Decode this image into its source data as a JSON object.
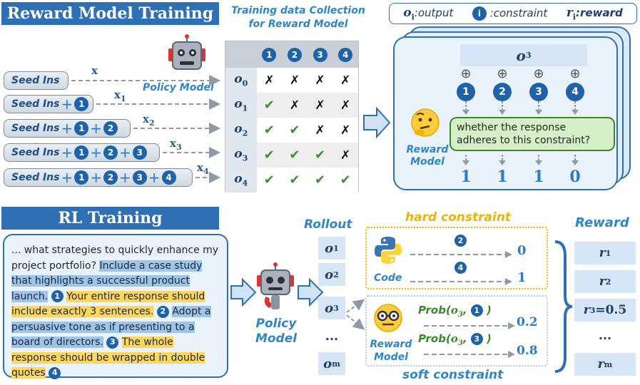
{
  "top": {
    "title": "Reward Model Training",
    "collection_title_1": "Training data Collection",
    "collection_title_2": "for Reward Model",
    "legend": {
      "o_label": "o",
      "o_sub": "i",
      "o_desc": ":output",
      "num_label": "i",
      "num_desc": ":constraint",
      "r_label": "r",
      "r_sub": "i",
      "r_desc": ":reward"
    },
    "policy_model_label": "Policy Model",
    "seed_label": "Seed Ins",
    "x_label": "x",
    "x_subs": [
      "",
      "1",
      "2",
      "3",
      "4"
    ],
    "table": {
      "headers": [
        "1",
        "2",
        "3",
        "4"
      ],
      "rows": [
        {
          "o": "o",
          "sub": "0",
          "marks": [
            "x",
            "x",
            "x",
            "x"
          ]
        },
        {
          "o": "o",
          "sub": "1",
          "marks": [
            "c",
            "x",
            "x",
            "x"
          ]
        },
        {
          "o": "o",
          "sub": "2",
          "marks": [
            "c",
            "c",
            "x",
            "x"
          ]
        },
        {
          "o": "o",
          "sub": "3",
          "marks": [
            "c",
            "c",
            "c",
            "x"
          ]
        },
        {
          "o": "o",
          "sub": "4",
          "marks": [
            "c",
            "c",
            "c",
            "c"
          ]
        }
      ],
      "cross_glyph": "✗",
      "check_glyph": "✔"
    },
    "card": {
      "output": "o",
      "output_sub": "3",
      "oplus": "⊕",
      "constraints": [
        "1",
        "2",
        "3",
        "4"
      ],
      "bubble": "whether the response adheres to this constraint?",
      "reward_model_1": "Reward",
      "reward_model_2": "Model",
      "rewards": [
        "1",
        "1",
        "1",
        "0"
      ]
    }
  },
  "bottom": {
    "title": "RL Training",
    "prompt_segments": [
      {
        "text": "... what strategies to quickly enhance my project portfolio?",
        "hl": "none"
      },
      {
        "text": "Include a case study that highlights a successful product launch.",
        "hl": "blue",
        "num": "1"
      },
      {
        "text": "Your entire response should include exactly 3 sentences.",
        "hl": "yellow",
        "num": "2"
      },
      {
        "text": "Adopt a persuasive tone as if presenting to a board of directors.",
        "hl": "blue",
        "num": "3"
      },
      {
        "text": "The whole response should be wrapped in double quotes",
        "hl": "yellow",
        "num": "4"
      }
    ],
    "policy_model_1": "Policy",
    "policy_model_2": "Model",
    "rollout_label": "Rollout",
    "rollouts": [
      {
        "o": "o",
        "sub": "1"
      },
      {
        "o": "o",
        "sub": "2"
      },
      {
        "o": "o",
        "sub": "3"
      },
      {
        "o": "...",
        "sub": ""
      },
      {
        "o": "o",
        "sub": "m"
      }
    ],
    "hard_label": "hard constraint",
    "soft_label": "soft constraint",
    "code_label": "Code",
    "hard_rows": [
      {
        "num": "2",
        "value": "0"
      },
      {
        "num": "4",
        "value": "1"
      }
    ],
    "reward_model_1": "Reward",
    "reward_model_2": "Model",
    "soft_rows": [
      {
        "prob": "Prob(",
        "o": "o",
        "sub": "3",
        "num": "1",
        "close": ")",
        "value": "0.2"
      },
      {
        "prob": "Prob(",
        "o": "o",
        "sub": "3",
        "num": "3",
        "close": ")",
        "value": "0.8"
      }
    ],
    "reward_label": "Reward",
    "rewards": [
      {
        "r": "r",
        "sub": "1",
        "val": ""
      },
      {
        "r": "r",
        "sub": "2",
        "val": ""
      },
      {
        "r": "r",
        "sub": "3",
        "val": "=0.5"
      },
      {
        "r": "...",
        "sub": "",
        "val": ""
      },
      {
        "r": "r",
        "sub": "m",
        "val": ""
      }
    ]
  },
  "colors": {
    "title_bg": "#2f6fb3",
    "accent_blue": "#2e86c9",
    "hard_orange": "#f0b400",
    "soft_gray": "#b7c7d6",
    "check_green": "#3e8e3a"
  }
}
